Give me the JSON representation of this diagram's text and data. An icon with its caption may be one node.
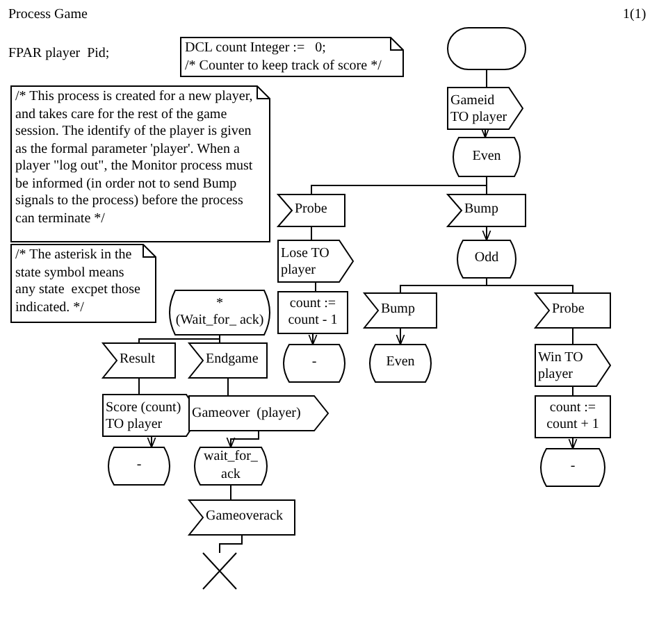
{
  "diagram": {
    "title": "Process Game",
    "nodes": [
      {
        "text": [
          "DCL count Integer :=   0;",
          "/* Counter to keep track of score */"
        ]
      },
      {
        "text": [
          "/* This process is created for a new player, and takes care for the rest of the game session. The identify of the player is given as the formal parameter 'player'. When a player \"log out\", the Monitor process must be informed (in order not to send Bump signals to the process) before the process can terminate */"
        ]
      },
      {
        "text": [
          "/* The asterisk in the state symbol means any state  excpet those indicated. */"
        ]
      },
      {
        "text": [],
        "shape": "box"
      },
      {
        "text": [
          "Gameid TO player"
        ]
      },
      {
        "text": [
          "Even"
        ]
      },
      {
        "text": [
          "Probe"
        ]
      },
      {
        "text": [
          "Bump"
        ]
      },
      {
        "text": [
          "Lose TO player"
        ]
      },
      {
        "text": [
          "count := count - 1"
        ]
      },
      {
        "text": [
          "-"
        ]
      },
      {
        "text": [
          "Odd"
        ]
      },
      {
        "text": [
          "Bump"
        ]
      },
      {
        "text": [
          "Even"
        ]
      },
      {
        "text": [
          "Probe"
        ]
      },
      {
        "text": [
          "Win TO player"
        ]
      },
      {
        "text": [
          "count := count + 1"
        ]
      },
      {
        "text": [
          "-"
        ]
      },
      {
        "text": [
          "*",
          "(Wait_for_ ack)"
        ]
      },
      {
        "text": [
          "Result"
        ]
      },
      {
        "text": [
          "Endgame"
        ]
      },
      {
        "text": [
          "Score (count) TO player"
        ]
      },
      {
        "text": [
          "Gameover  (player)"
        ]
      },
      {
        "text": [
          "-"
        ]
      },
      {
        "text": [
          "wait_for_ ack"
        ]
      },
      {
        "text": [
          "Gameoverack"
        ]
      },
      {
        "text": [],
        "shape": "cross"
      }
    ],
    "edges": [
      {
        "from": 3,
        "to": 4,
        "arrow": "none"
      },
      {
        "from": 4,
        "to": 5,
        "arrow": "to"
      },
      {
        "from": 5,
        "to": 6,
        "arrow": "none"
      },
      {
        "from": 5,
        "to": 7,
        "arrow": "none"
      },
      {
        "from": 7,
        "to": 11,
        "arrow": "to"
      },
      {
        "from": 6,
        "to": 8,
        "arrow": "none"
      },
      {
        "from": 8,
        "to": 9,
        "arrow": "none"
      },
      {
        "from": 9,
        "to": 10,
        "arrow": "to"
      },
      {
        "from": 11,
        "to": 12,
        "arrow": "none"
      },
      {
        "from": 11,
        "to": 14,
        "arrow": "none"
      },
      {
        "from": 12,
        "to": 13,
        "arrow": "to"
      },
      {
        "from": 14,
        "to": 15,
        "arrow": "none"
      },
      {
        "from": 15,
        "to": 16,
        "arrow": "none"
      },
      {
        "from": 16,
        "to": 17,
        "arrow": "to"
      },
      {
        "from": 18,
        "to": 19,
        "arrow": "none"
      },
      {
        "from": 18,
        "to": 20,
        "arrow": "none"
      },
      {
        "from": 19,
        "to": 21,
        "arrow": "none"
      },
      {
        "from": 21,
        "to": 23,
        "arrow": "to"
      },
      {
        "from": 20,
        "to": 22,
        "arrow": "none"
      },
      {
        "from": 22,
        "to": 24,
        "arrow": "to"
      },
      {
        "from": 24,
        "to": 25,
        "arrow": "none"
      },
      {
        "from": 25,
        "to": 26,
        "arrow": "none"
      }
    ],
    "labels": [
      "1(1)",
      "FPAR player  Pid;"
    ]
  }
}
